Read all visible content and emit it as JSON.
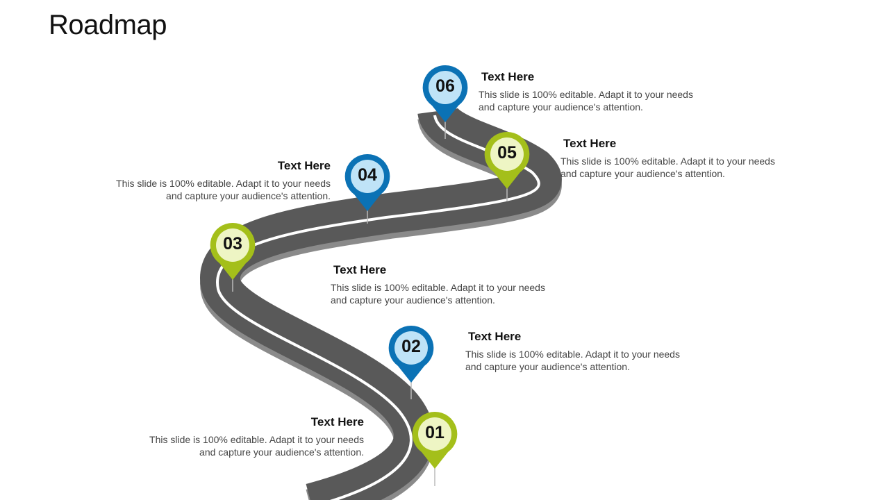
{
  "title": "Roadmap",
  "colors": {
    "road": "#595959",
    "road_edge": "#888888",
    "lane": "#ffffff",
    "marker_blue": "#0b72b5",
    "marker_blue_inner": "#bfe3f7",
    "marker_green": "#a4bf1a",
    "marker_green_inner": "#eef5c4"
  },
  "steps": [
    {
      "number": "01",
      "color": "green",
      "heading": "Text Here",
      "line1": "This slide is 100% editable. Adapt it to your needs",
      "line2": "and capture your audience's attention."
    },
    {
      "number": "02",
      "color": "blue",
      "heading": "Text Here",
      "line1": "This slide is 100% editable. Adapt it to your needs",
      "line2": "and capture your audience's attention."
    },
    {
      "number": "03",
      "color": "green",
      "heading": "Text Here",
      "line1": "This slide is 100% editable. Adapt it to your needs",
      "line2": "and capture your audience's attention."
    },
    {
      "number": "04",
      "color": "blue",
      "heading": "Text Here",
      "line1": "This slide is 100% editable. Adapt it to your needs",
      "line2": "and capture your audience's attention."
    },
    {
      "number": "05",
      "color": "green",
      "heading": "Text Here",
      "line1": "This slide is 100% editable. Adapt it to your needs",
      "line2": "and capture your audience's attention."
    },
    {
      "number": "06",
      "color": "blue",
      "heading": "Text Here",
      "line1": "This slide is 100% editable. Adapt it to your needs",
      "line2": "and capture your audience's attention."
    }
  ]
}
